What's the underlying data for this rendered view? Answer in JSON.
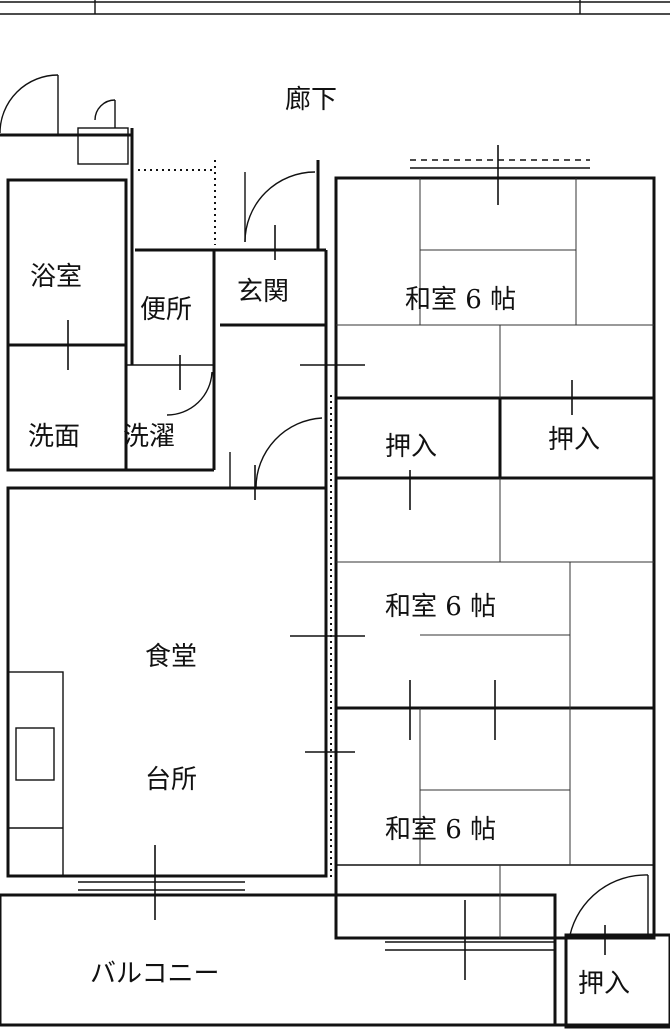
{
  "rooms": {
    "corridor": "廊下",
    "bath": "浴室",
    "toilet": "便所",
    "entrance": "玄関",
    "washroom": "洗面",
    "laundry": "洗濯",
    "washitsu_top": "和室 6 帖",
    "oshiire_1": "押入",
    "oshiire_2": "押入",
    "washitsu_mid": "和室 6 帖",
    "washitsu_bottom": "和室 6 帖",
    "dining": "食堂",
    "kitchen": "台所",
    "balcony": "バルコニー",
    "oshiire_3": "押入"
  }
}
